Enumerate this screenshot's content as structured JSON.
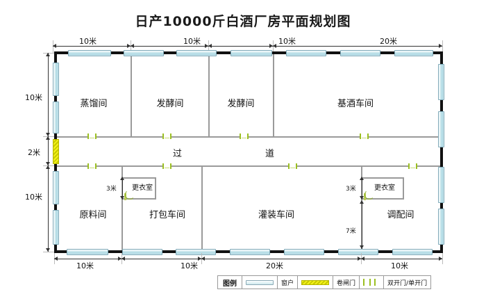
{
  "title": "日产10000斤白酒厂房平面规划图",
  "dimensions": {
    "top": [
      "10米",
      "10米",
      "10米",
      "20米"
    ],
    "bottom": [
      "10米",
      "10米",
      "20米",
      "10米"
    ],
    "left": [
      "10米",
      "2米",
      "10米"
    ],
    "inner_left_changeroom": "3米",
    "inner_right_changeroom": "3米",
    "inner_right_lower": "7米"
  },
  "rooms": {
    "top_row": [
      "蒸馏间",
      "发酵间",
      "发酵间",
      "基酒车间"
    ],
    "bottom_row": [
      "原料间",
      "打包车间",
      "灌装车间",
      "调配间"
    ],
    "changing_rooms": [
      "更衣室",
      "更衣室"
    ],
    "corridor": [
      "过",
      "道"
    ]
  },
  "legend": {
    "title": "图例",
    "items": [
      {
        "icon": "window-icon",
        "label": "窗户"
      },
      {
        "icon": "roller-shutter-icon",
        "label": "卷闸门"
      },
      {
        "icon": "door-icon",
        "label": "双开门/单开门"
      }
    ]
  },
  "colors": {
    "wall": "#111111",
    "inner_wall": "#9a9a9a",
    "window": "#a9d6e2",
    "roller": "#f2f21a",
    "door": "#9bbf21",
    "text": "#111111"
  }
}
